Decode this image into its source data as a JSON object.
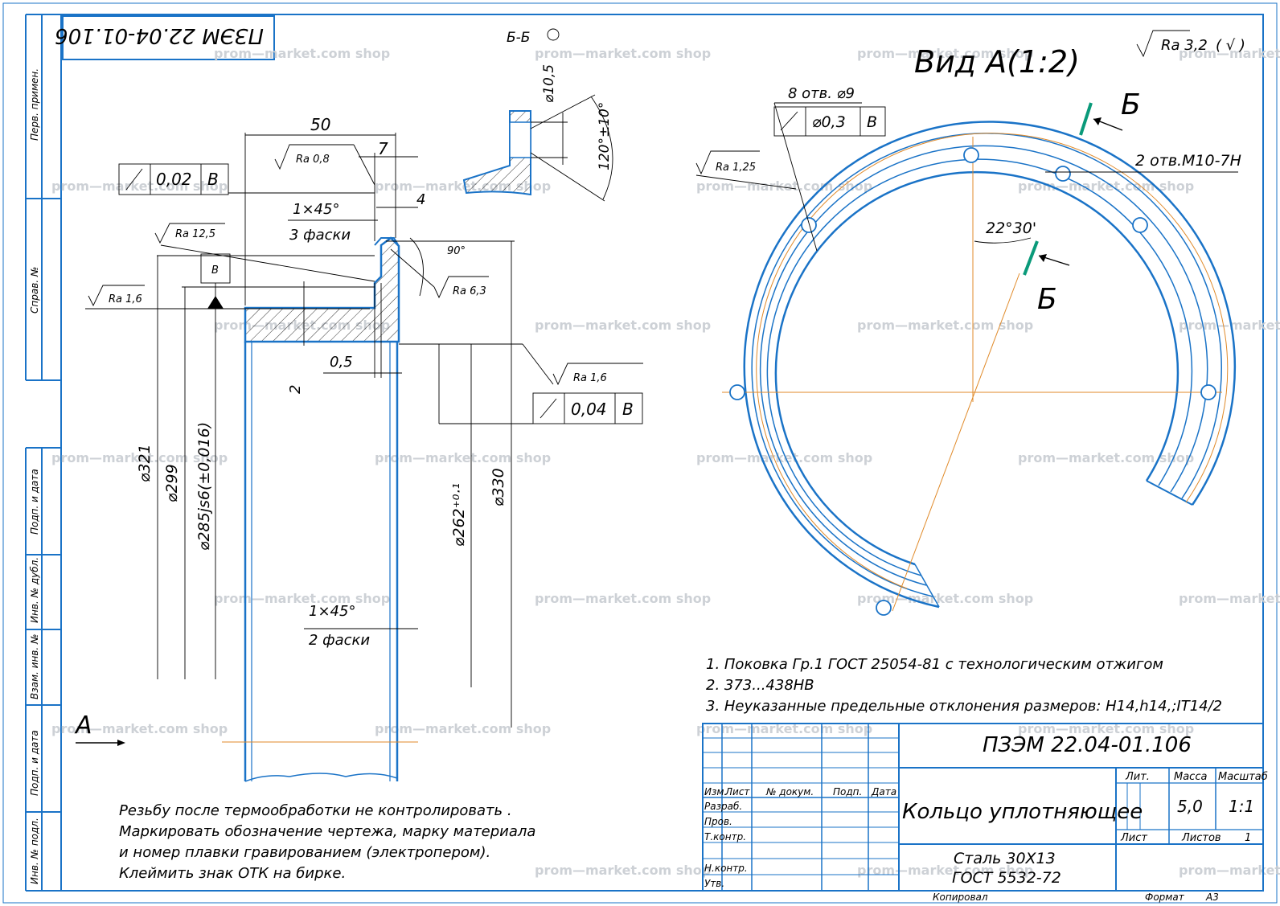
{
  "document": {
    "code": "ПЗЭМ 22.04-01.106",
    "code_rotated": "ПЗЭМ 22.04-01.106",
    "title": "Кольцо уплотняющее",
    "material_line1": "Сталь 30Х13",
    "material_line2": "ГОСТ 5532-72",
    "mass": "5,0",
    "scale": "1:1",
    "sheets_total": "1"
  },
  "title_block": {
    "lit": "Лит.",
    "massa": "Масса",
    "masshtab": "Масштаб",
    "list": "Лист",
    "listov": "Листов",
    "izm": "Изм.",
    "list_col": "Лист",
    "ndokum": "№ докум.",
    "podp": "Подп.",
    "data": "Дата",
    "razrab": "Разраб.",
    "prov": "Пров.",
    "tkontr": "Т.контр.",
    "nkontr": "Н.контр.",
    "utv": "Утв.",
    "kopiroval": "Копировал",
    "format": "Формат",
    "format_val": "А3"
  },
  "side_strip": {
    "perv_primen": "Перв. примен.",
    "sprav": "Справ. №",
    "podp_data1": "Подп. и дата",
    "inv_dubl": "Инв. № дубл.",
    "vzam_inv": "Взам. инв. №",
    "podp_data2": "Подп. и дата",
    "inv_podl": "Инв. № подл."
  },
  "section": {
    "dim_50": "50",
    "dim_7": "7",
    "dim_4": "4",
    "ra_08": "Ra 0,8",
    "ra_125": "Ra 12,5",
    "ra_16": "Ra 1,6",
    "ra_63": "Ra 6,3",
    "ra_16b": "Ra 1,6",
    "chamfer_top_1": "1×45°",
    "chamfer_top_2": "3 фаски",
    "chamfer_bot_1": "1×45°",
    "chamfer_bot_2": "2 фаски",
    "angle_90": "90°",
    "dim_05": "0,5",
    "dim_2": "2",
    "datum_b": "В",
    "tol1_val": "0,02",
    "tol1_ref": "В",
    "tol2_val": "0,04",
    "tol2_ref": "В",
    "dia_321": "⌀321",
    "dia_299": "⌀299",
    "dia_285": "⌀285js6(±0,016)",
    "dia_262": "⌀262⁺⁰·¹",
    "dia_330": "⌀330",
    "view_a": "А"
  },
  "detail": {
    "label": "Б-Б",
    "dia_105": "⌀10,5",
    "angle": "120°±10°"
  },
  "view": {
    "title": "Вид А(1:2)",
    "holes_8": "8 отв. ⌀9",
    "tol_val": "⌀0,3",
    "tol_ref": "В",
    "ra_125": "Ra 1,25",
    "holes_2": "2 отв.М10-7Н",
    "angle": "22°30'",
    "cut_b1": "Б",
    "cut_b2": "Б"
  },
  "roughness_general": "Ra 3,2",
  "roughness_general_suffix": "( √ )",
  "notes": [
    "1. Поковка Гр.1 ГОСТ 25054-81 с технологическим отжигом",
    "2. 373...438НВ",
    "3. Неуказанные предельные отклонения размеров: Н14,h14,;IT14/2"
  ],
  "remarks": [
    "Резьбу после термообработки не контролировать .",
    "Маркировать обозначение чертежа, марку материала",
    "и номер плавки гравированием (электропером).",
    "Клеймить знак ОТК на бирке."
  ],
  "watermark": "prom—market.com shop"
}
